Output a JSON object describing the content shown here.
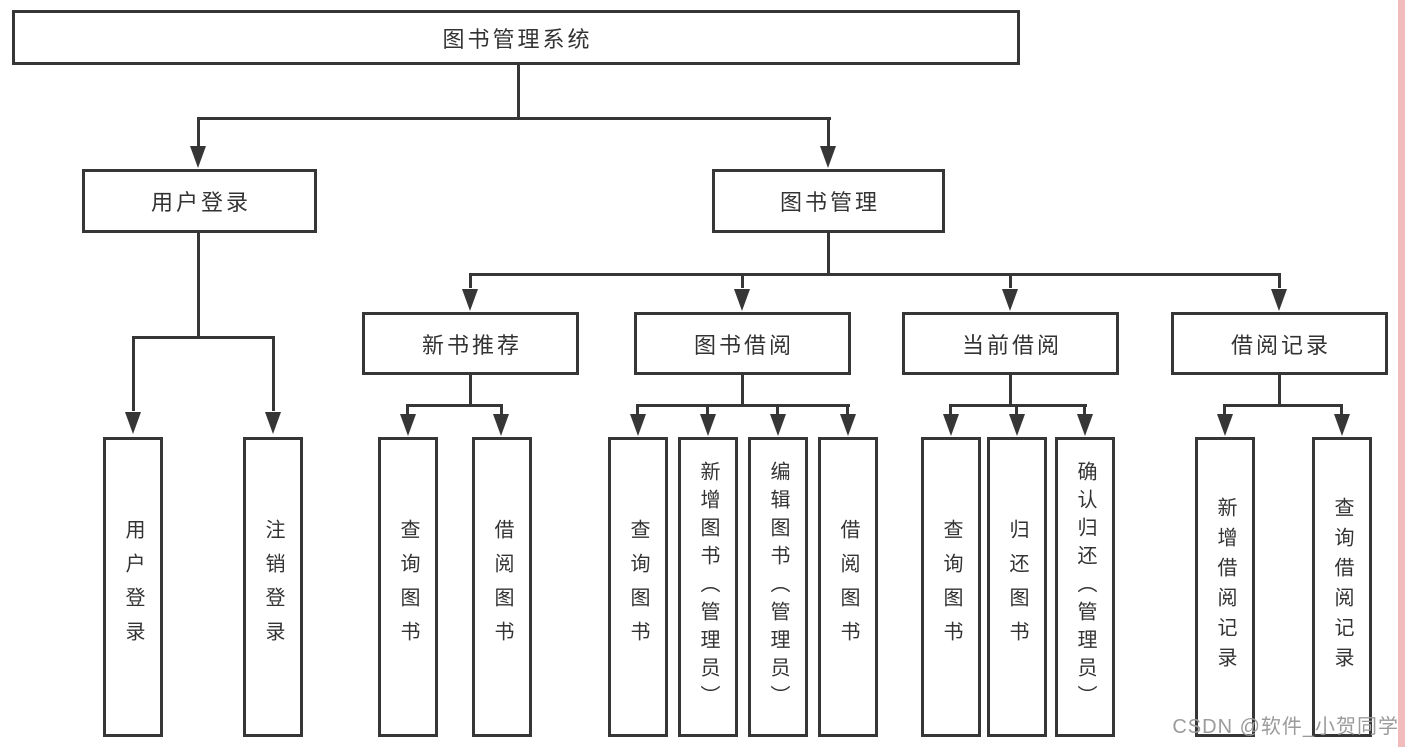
{
  "colors": {
    "line": "#363636",
    "text": "#333333",
    "watermark": "#9b9b9b",
    "edge_strip": "#f3bcbc",
    "background": "#ffffff"
  },
  "diagram_type": "hierarchy-tree",
  "tree": {
    "label": "图书管理系统",
    "children": [
      {
        "label": "用户登录",
        "children": [
          {
            "label": "用户登录"
          },
          {
            "label": "注销登录"
          }
        ]
      },
      {
        "label": "图书管理",
        "children": [
          {
            "label": "新书推荐",
            "children": [
              {
                "label": "查询图书"
              },
              {
                "label": "借阅图书"
              }
            ]
          },
          {
            "label": "图书借阅",
            "children": [
              {
                "label": "查询图书"
              },
              {
                "label": "新增图书（管理员）"
              },
              {
                "label": "编辑图书（管理员）"
              },
              {
                "label": "借阅图书"
              }
            ]
          },
          {
            "label": "当前借阅",
            "children": [
              {
                "label": "查询图书"
              },
              {
                "label": "归还图书"
              },
              {
                "label": "确认归还（管理员）"
              }
            ]
          },
          {
            "label": "借阅记录",
            "children": [
              {
                "label": "新增借阅记录"
              },
              {
                "label": "查询借阅记录"
              }
            ]
          }
        ]
      }
    ]
  },
  "watermark": {
    "text": "CSDN @软件_小贺同学"
  }
}
